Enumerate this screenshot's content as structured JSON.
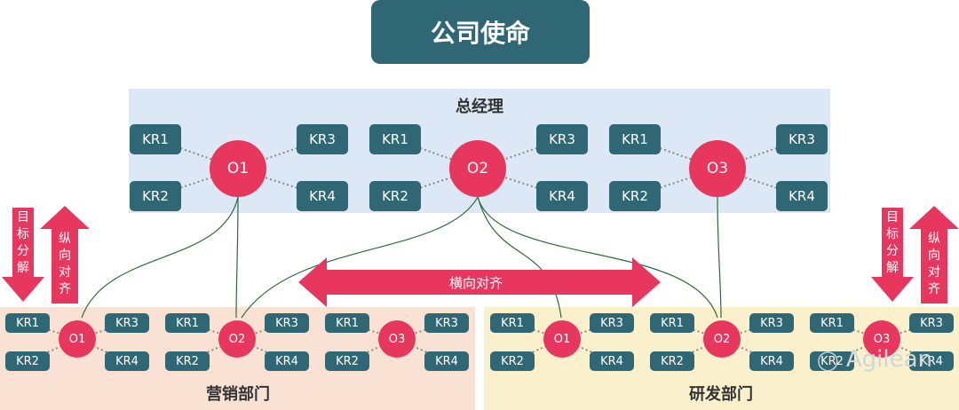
{
  "mission": {
    "label": "公司使命"
  },
  "gm": {
    "label": "总经理",
    "groups": [
      {
        "o": "O1",
        "krs": [
          "KR1",
          "KR2",
          "KR3",
          "KR4"
        ]
      },
      {
        "o": "O2",
        "krs": [
          "KR1",
          "KR2",
          "KR3",
          "KR4"
        ]
      },
      {
        "o": "O3",
        "krs": [
          "KR1",
          "KR2",
          "KR3",
          "KR4"
        ]
      }
    ]
  },
  "marketing": {
    "label": "营销部门",
    "groups": [
      {
        "o": "O1",
        "krs": [
          "KR1",
          "KR2",
          "KR3",
          "KR4"
        ]
      },
      {
        "o": "O2",
        "krs": [
          "KR1",
          "KR2",
          "KR3",
          "KR4"
        ]
      },
      {
        "o": "O3",
        "krs": [
          "KR1",
          "KR2",
          "KR3",
          "KR4"
        ]
      }
    ]
  },
  "rnd": {
    "label": "研发部门",
    "groups": [
      {
        "o": "O1",
        "krs": [
          "KR1",
          "KR2",
          "KR3",
          "KR4"
        ]
      },
      {
        "o": "O2",
        "krs": [
          "KR1",
          "KR2",
          "KR3",
          "KR4"
        ]
      },
      {
        "o": "O3",
        "krs": [
          "KR1",
          "KR2",
          "KR3",
          "KR4"
        ]
      }
    ]
  },
  "arrows": {
    "decompose": [
      "目",
      "标",
      "分",
      "解"
    ],
    "align_vertical": [
      "纵",
      "向",
      "对",
      "齐"
    ],
    "align_horizontal": "横向对齐"
  },
  "watermark": "Agilean",
  "colors": {
    "teal": "#2f6874",
    "crimson": "#e8375f",
    "gm_band": "#dce8f5",
    "marketing_band": "#f9e2d4",
    "rnd_band": "#fbf0cc"
  },
  "icons": {
    "watermark_icon": "wechat-icon"
  }
}
